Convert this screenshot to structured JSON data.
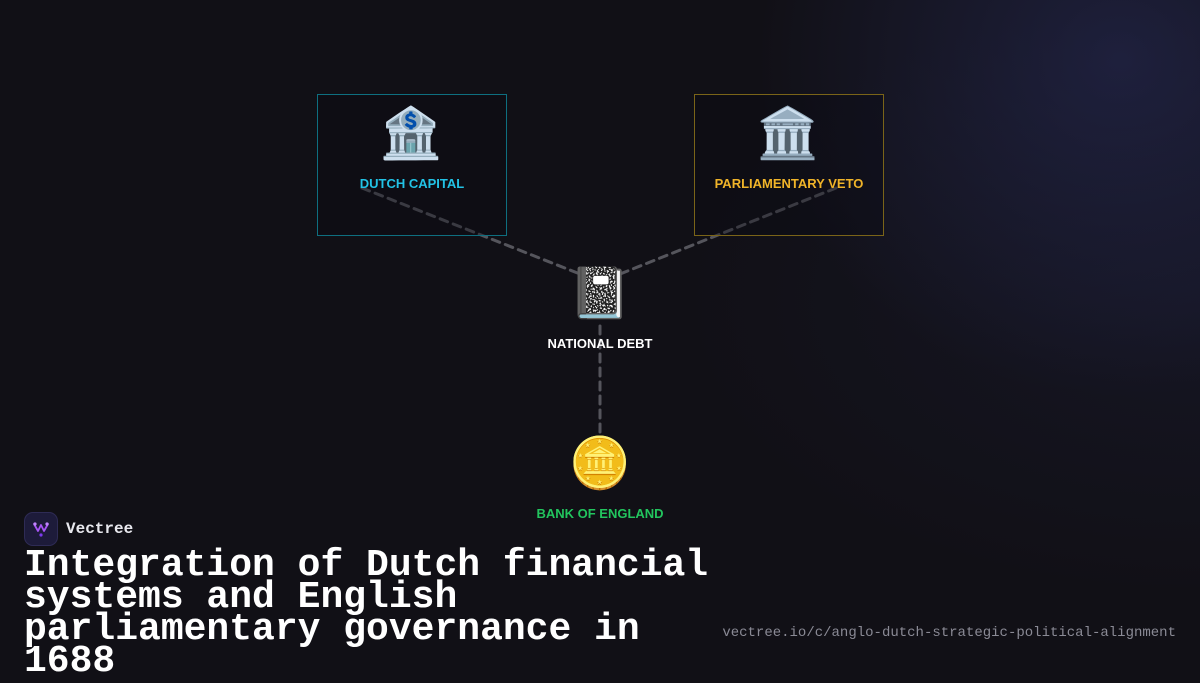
{
  "diagram": {
    "nodes": {
      "dutch_capital": {
        "label": "DUTCH CAPITAL",
        "icon": "bank-icon",
        "glyph": "🏦",
        "color": "#22c3e6",
        "border": "#0e6f80"
      },
      "parliamentary_veto": {
        "label": "PARLIAMENTARY VETO",
        "icon": "classical-building-icon",
        "glyph": "🏛️",
        "color": "#f0b429",
        "border": "#7a6418"
      },
      "national_debt": {
        "label": "NATIONAL DEBT",
        "icon": "notebook-icon",
        "glyph": "📓",
        "color": "#ffffff"
      },
      "bank_of_england": {
        "label": "BANK OF ENGLAND",
        "icon": "coin-icon",
        "glyph": "🪙",
        "color": "#22c55e"
      }
    },
    "edges": [
      {
        "from": "dutch_capital",
        "to": "national_debt",
        "style": "dashed"
      },
      {
        "from": "parliamentary_veto",
        "to": "national_debt",
        "style": "dashed"
      },
      {
        "from": "national_debt",
        "to": "bank_of_england",
        "style": "dashed"
      }
    ],
    "edge_color": "#55555c"
  },
  "brand": {
    "name": "Vectree",
    "logo_icon": "vectree-logo-icon",
    "accent": "#a855f7"
  },
  "title": "Integration of Dutch financial systems and English parliamentary governance in 1688",
  "url": "vectree.io/c/anglo-dutch-strategic-political-alignment"
}
